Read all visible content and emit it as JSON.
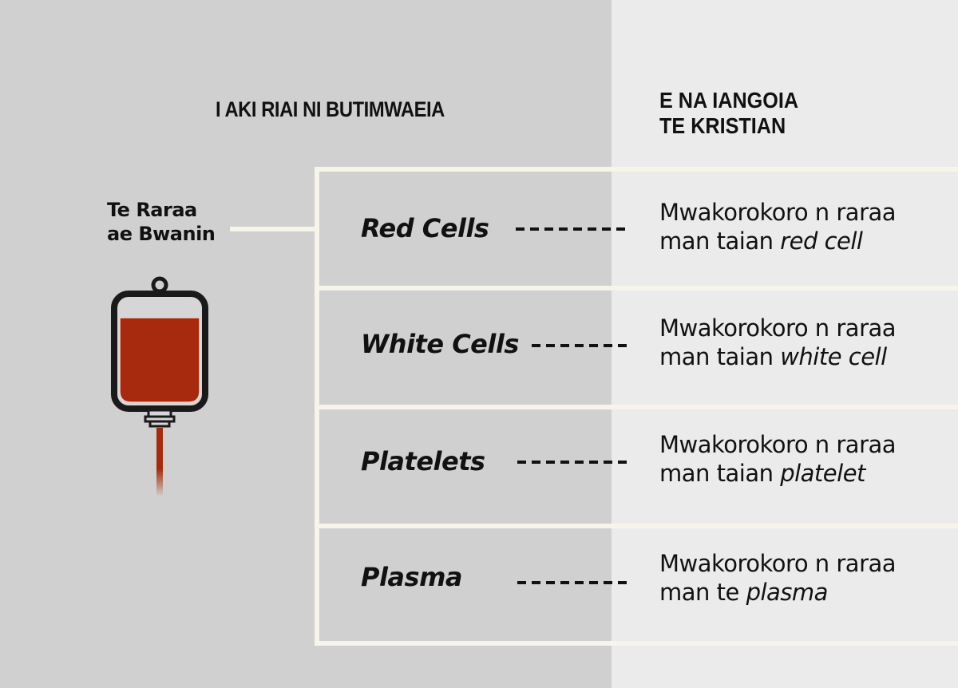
{
  "headers": {
    "left": "I AKI RIAI NI BUTIMWAEIA",
    "right_line1": "E NA IANGOIA",
    "right_line2": "TE KRISTIAN"
  },
  "source": {
    "label_line1": "Te Raraa",
    "label_line2": "ae Bwanin",
    "icon": "blood-bag-icon"
  },
  "components": [
    {
      "name": "Red Cells",
      "desc_line1": "Mwakorokoro n raraa",
      "desc_line2_plain": "man taian ",
      "desc_line2_italic": "red cell"
    },
    {
      "name": "White Cells",
      "desc_line1": "Mwakorokoro n raraa",
      "desc_line2_plain": "man taian ",
      "desc_line2_italic": "white cell"
    },
    {
      "name": "Platelets",
      "desc_line1": "Mwakorokoro n raraa",
      "desc_line2_plain": "man taian ",
      "desc_line2_italic": "platelet"
    },
    {
      "name": "Plasma",
      "desc_line1": "Mwakorokoro n raraa",
      "desc_line2_plain": "man te ",
      "desc_line2_italic": "plasma"
    }
  ],
  "colors": {
    "left_bg": "#d0d0d0",
    "right_bg": "#ebebeb",
    "frame": "#f7f4ec",
    "blood": "#a82a0e",
    "text": "#111111"
  }
}
